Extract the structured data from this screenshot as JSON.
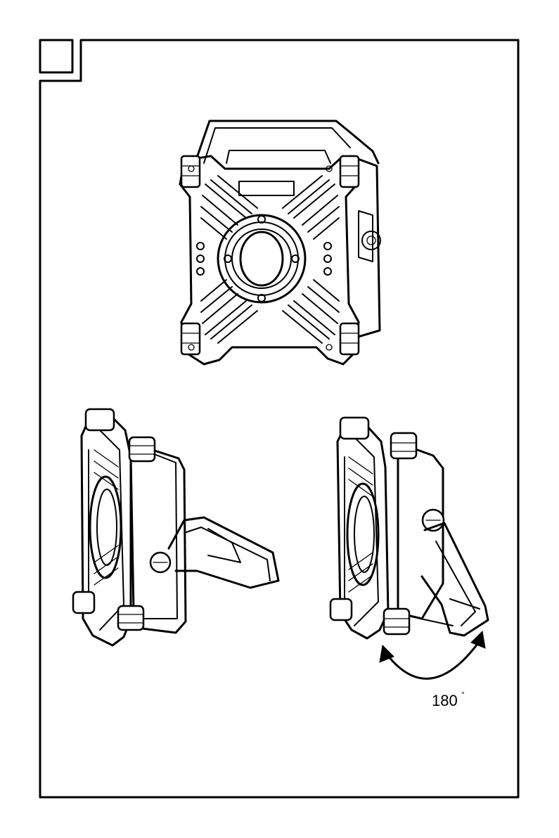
{
  "page": {
    "step_number": "",
    "rotation_label": "180",
    "degree_symbol": "°"
  },
  "figures": {
    "front_view": "work-light-front",
    "side_view_left": "work-light-stand-extended",
    "side_view_right": "work-light-stand-folded"
  },
  "colors": {
    "ink": "#000000",
    "paper": "#ffffff"
  }
}
